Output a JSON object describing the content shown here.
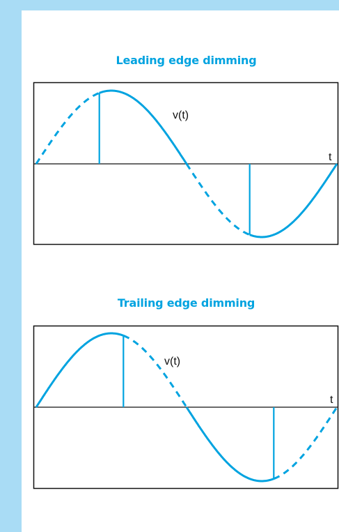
{
  "colors": {
    "accent": "#00a3e0",
    "border_light": "#a9dcf5",
    "axis": "#111111"
  },
  "panels": [
    {
      "title": "Leading edge dimming",
      "signal_label": "v(t)",
      "time_label": "t"
    },
    {
      "title": "Trailing edge dimming",
      "signal_label": "v(t)",
      "time_label": "t"
    }
  ]
}
